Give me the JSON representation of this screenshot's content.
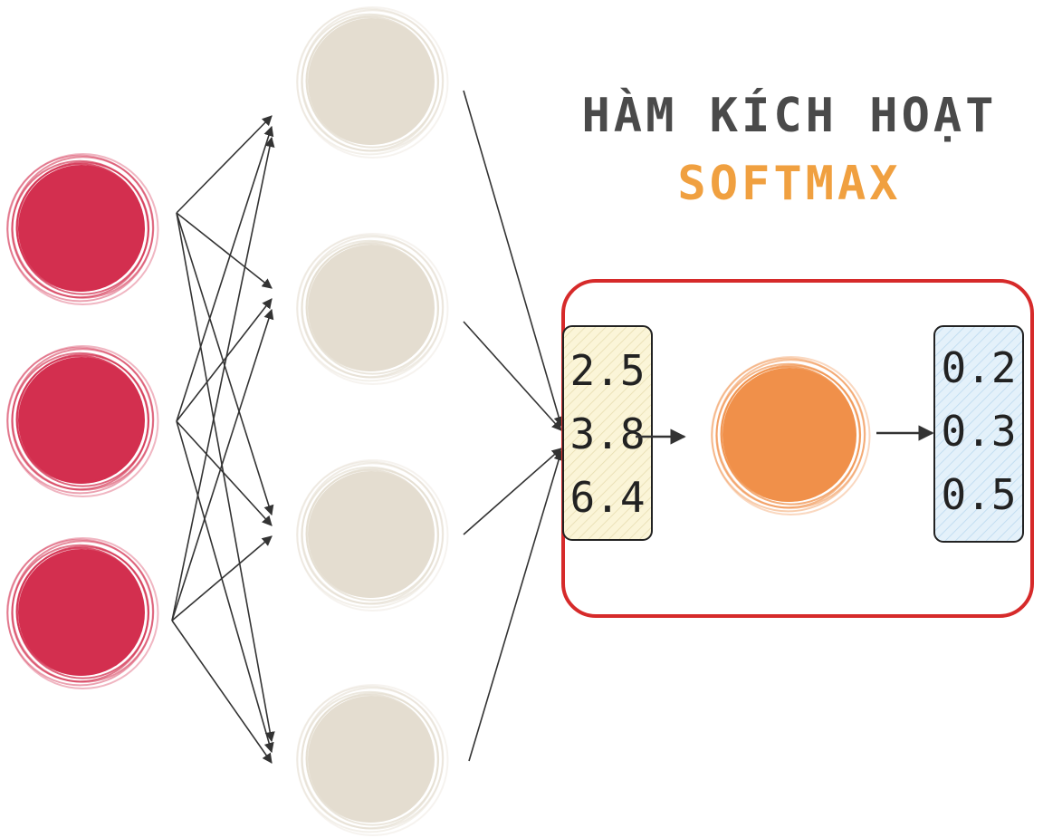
{
  "title": {
    "line1": "HÀM KÍCH HOẠT",
    "line2": "SOFTMAX"
  },
  "colors": {
    "input_node": "#d32f4f",
    "hidden_node": "#e4ddd0",
    "softmax_node": "#f0904a",
    "title_dark": "#4a4a4a",
    "title_accent": "#f0a040",
    "frame": "#d62a2a",
    "input_box_fill": "#fbf5d8",
    "output_box_fill": "#e4f1fa",
    "edge": "#333333"
  },
  "layers": {
    "input_count": 3,
    "hidden_count": 4
  },
  "softmax": {
    "inputs": [
      "2.5",
      "3.8",
      "6.4"
    ],
    "outputs": [
      "0.2",
      "0.3",
      "0.5"
    ]
  }
}
